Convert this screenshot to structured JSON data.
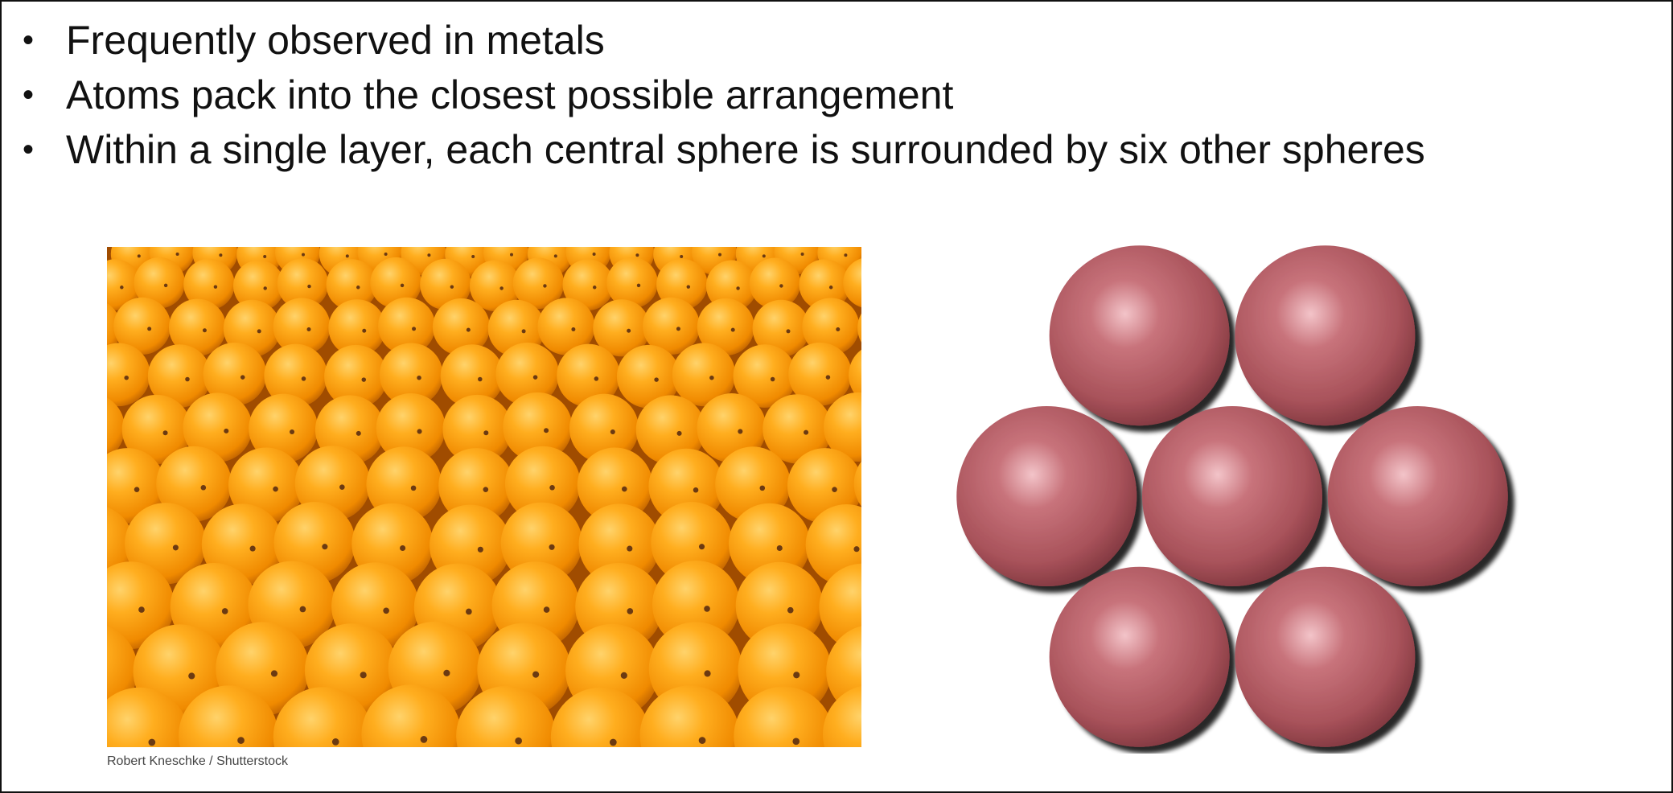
{
  "slide": {
    "bullet_symbol": "•",
    "bullets": [
      "Frequently observed in metals",
      "Atoms pack into the closest possible arrangement",
      "Within a single layer, each central sphere is surrounded by six other spheres"
    ]
  },
  "photo": {
    "subject": "stacked oranges",
    "credit": "Robert Kneschke / Shutterstock"
  },
  "spheres_diagram": {
    "sphere_count": 7,
    "arrangement": "hexagonal close-packed layer (1 central + 6 surrounding)",
    "colors": {
      "sphere_base": "#a8525a",
      "sphere_highlight": "#f3c4c9",
      "sphere_shadow": "#4a1c22"
    }
  }
}
